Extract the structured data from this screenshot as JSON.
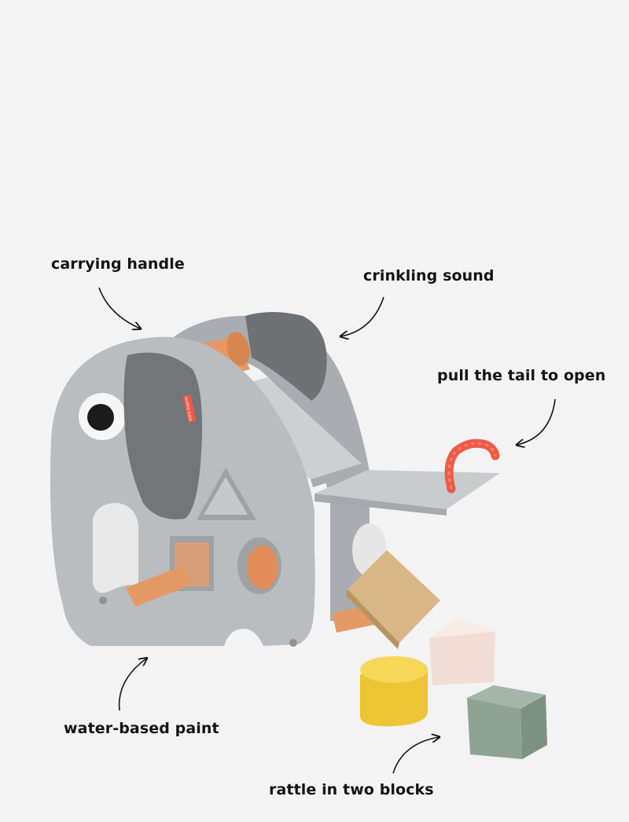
{
  "callouts": {
    "carrying_handle": "carrying handle",
    "crinkling_sound": "crinkling sound",
    "pull_tail": "pull the tail to open",
    "water_paint": "water-based paint",
    "rattle_blocks": "rattle in two blocks"
  },
  "tag_text": "100% Organic",
  "colors": {
    "background": "#f3f3f3",
    "elephant_grey": "#b9bdc0",
    "ear_fabric": "#737679",
    "dowel_orange": "#e59a66",
    "tail_red": "#ef5b48",
    "block_wood": "#d9b685",
    "block_pink": "#f1ddd3",
    "block_yellow": "#eec534",
    "block_green": "#8ea394",
    "text": "#141414"
  }
}
